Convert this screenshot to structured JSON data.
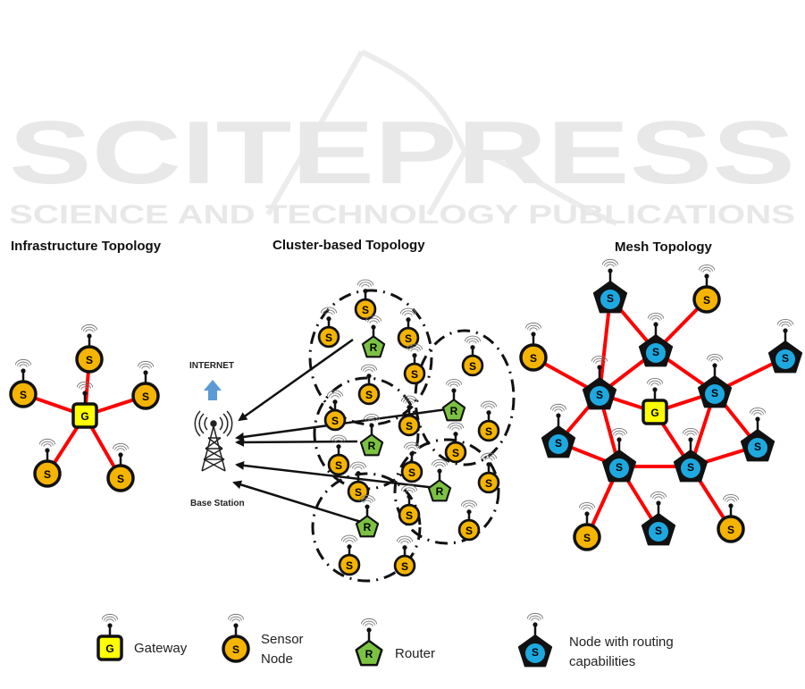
{
  "watermark": {
    "main": "SCITEPRESS",
    "sub": "SCIENCE AND TECHNOLOGY PUBLICATIONS"
  },
  "sections": {
    "infrastructure": {
      "title": "Infrastructure Topology"
    },
    "cluster": {
      "title": "Cluster-based Topology"
    },
    "mesh": {
      "title": "Mesh Topology"
    }
  },
  "base_station": {
    "internet_label": "INTERNET",
    "label": "Base Station"
  },
  "node_letters": {
    "gateway": "G",
    "sensor": "S",
    "router": "R",
    "routing_node": "S"
  },
  "legend": [
    {
      "type": "gateway",
      "letter": "G",
      "label_lines": [
        "Gateway"
      ]
    },
    {
      "type": "sensor",
      "letter": "S",
      "label_lines": [
        "Sensor",
        "Node"
      ]
    },
    {
      "type": "router",
      "letter": "R",
      "label_lines": [
        "Router"
      ]
    },
    {
      "type": "routing_node",
      "letter": "S",
      "label_lines": [
        "Node with routing",
        "capabilities"
      ]
    }
  ],
  "colors": {
    "gateway": "#ffff00",
    "sensor": "#f5b400",
    "router": "#7cc242",
    "routing_node": "#1ea8e0",
    "link": "#ff0000",
    "internet_arrow": "#5b9bd5",
    "watermark": "#e6e6e6"
  }
}
